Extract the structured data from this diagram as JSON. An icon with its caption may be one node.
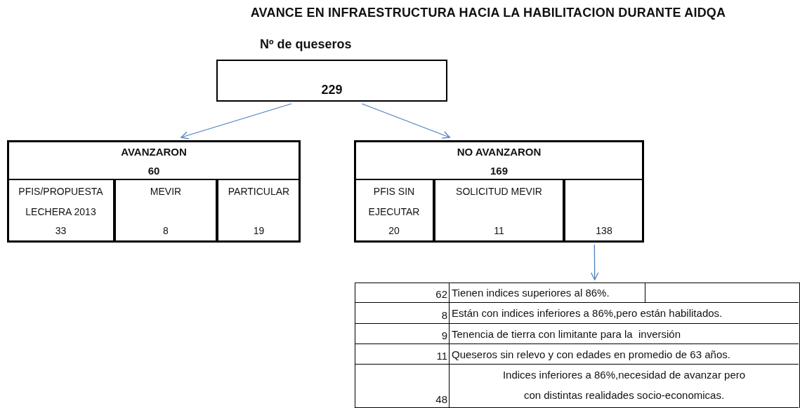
{
  "diagram": {
    "title": "AVANCE EN INFRAESTRUCTURA HACIA LA HABILITACION DURANTE AIDQA",
    "nodes": [
      {
        "text": [
          "Nº de queseros",
          "229"
        ]
      },
      {
        "text": [
          "AVANZARON",
          "60"
        ]
      },
      {
        "text": [
          "PFIS/PROPUESTA LECHERA 2013",
          "33"
        ],
        "in": 1
      },
      {
        "text": [
          "MEVIR",
          "8"
        ],
        "in": 1
      },
      {
        "text": [
          "PARTICULAR",
          "19"
        ],
        "in": 1
      },
      {
        "text": [
          "NO AVANZARON",
          "169"
        ]
      },
      {
        "text": [
          "PFIS SIN EJECUTAR",
          "20"
        ],
        "in": 5
      },
      {
        "text": [
          "SOLICITUD MEVIR",
          "11"
        ],
        "in": 5
      },
      {
        "text": [
          "138"
        ],
        "in": 5
      },
      {
        "text": [],
        "shape": "box"
      },
      {
        "text": [
          "62",
          "Tienen indices superiores al 86%."
        ],
        "in": 9
      },
      {
        "text": [
          "8",
          "Están con indices inferiores a 86%,pero están habilitados."
        ],
        "in": 9
      },
      {
        "text": [
          "9",
          "Tenencia de tierra con limitante para la  inversión"
        ],
        "in": 9
      },
      {
        "text": [
          "11",
          "Queseros sin relevo y con edades en promedio de 63 años."
        ],
        "in": 9
      },
      {
        "text": [
          "48",
          "Indices inferiores a 86%,necesidad de avanzar pero con distintas realidades socio-economicas."
        ],
        "in": 9
      }
    ],
    "edges": [
      {
        "from": 0,
        "to": 1,
        "arrow": "to"
      },
      {
        "from": 0,
        "to": 5,
        "arrow": "to"
      },
      {
        "from": 8,
        "to": 9,
        "arrow": "to"
      }
    ]
  }
}
